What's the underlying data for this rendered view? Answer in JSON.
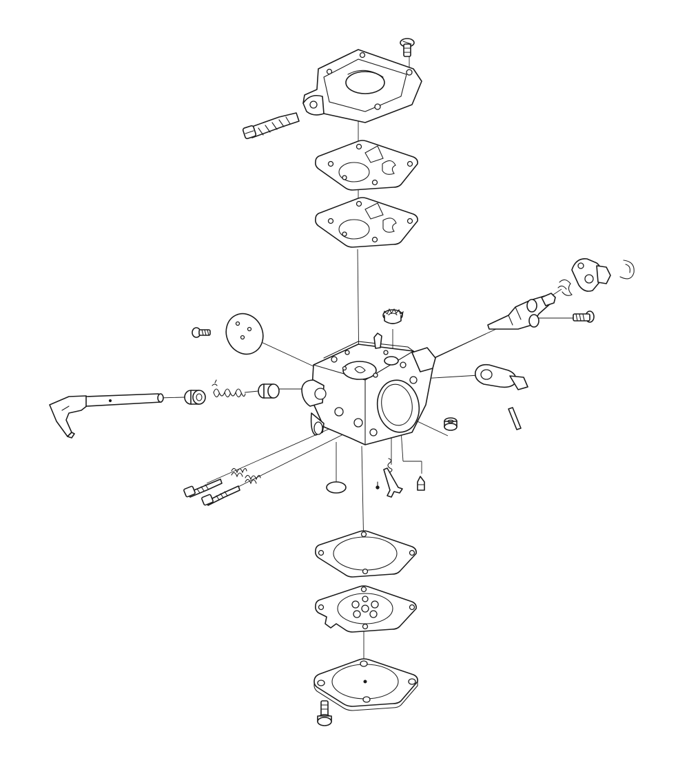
{
  "diagram": {
    "kind": "exploded-parts-drawing",
    "subject": "carburetor",
    "line_color": "#1a1a1a",
    "background": "#ffffff",
    "parts": [
      "top-cover",
      "cover-screw",
      "idle-adjust-screw",
      "upper-gasket",
      "metering-diaphragm",
      "carburetor-body",
      "fuel-filter-screen",
      "choke-plate",
      "choke-plate-screw",
      "choke-shaft-lever",
      "throttle-shaft-assembly",
      "throttle-shaft-clip",
      "return-spring",
      "arm-cam",
      "shaft-bushing",
      "throttle-cam-lever",
      "lever-pin",
      "cap-washer",
      "adjusting-needles",
      "needle-springs",
      "welch-plug",
      "inlet-needle-lever",
      "inlet-needle",
      "lower-gasket",
      "pump-diaphragm",
      "bottom-cover",
      "bottom-cover-screw"
    ]
  }
}
